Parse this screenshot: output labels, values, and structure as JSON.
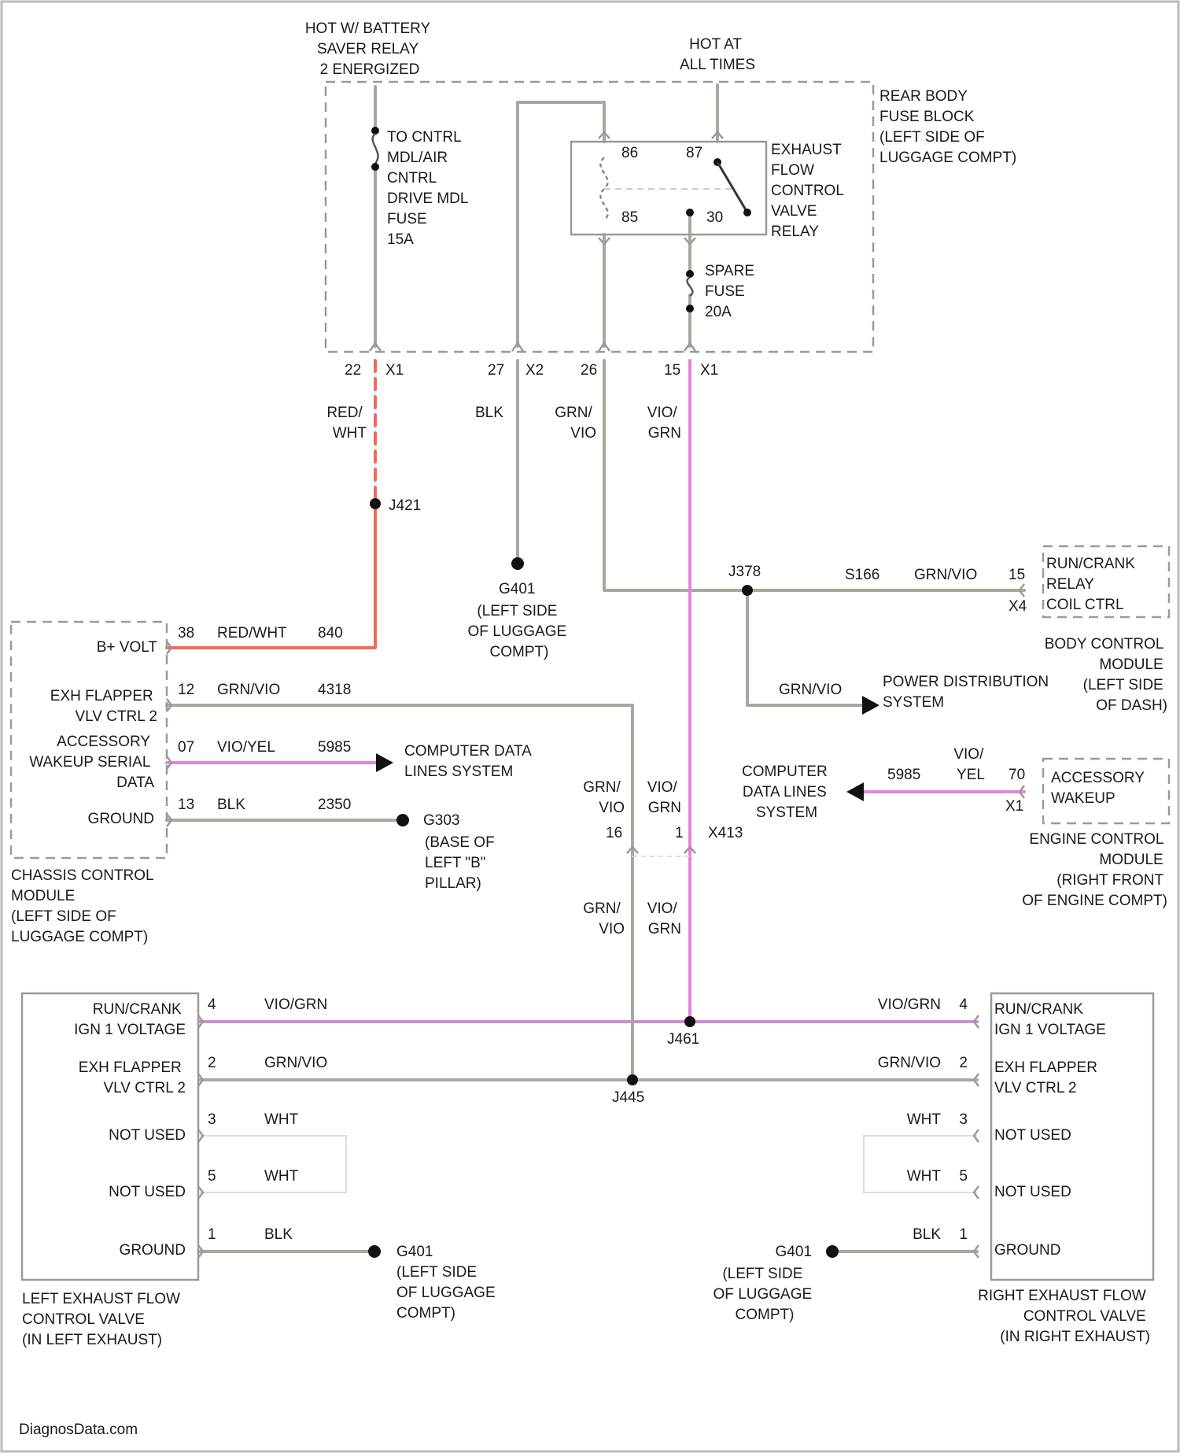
{
  "colors": {
    "gray": "#a8a8a0",
    "pink": "#e583d9",
    "red": "#f06a5a",
    "violet": "#cf8bd6",
    "border": "#999999"
  },
  "top": {
    "hot_battery": [
      "HOT W/ BATTERY",
      "SAVER RELAY",
      "2 ENERGIZED"
    ],
    "hot_all": [
      "HOT AT",
      "ALL TIMES"
    ]
  },
  "rear_fuse_block": {
    "name": [
      "REAR BODY",
      "FUSE BLOCK",
      "(LEFT SIDE OF",
      "LUGGAGE COMPT)"
    ],
    "fuse1": [
      "TO CNTRL",
      "MDL/AIR",
      "CNTRL",
      "DRIVE MDL",
      "FUSE",
      "15A"
    ],
    "relay": [
      "EXHAUST",
      "FLOW",
      "CONTROL",
      "VALVE",
      "RELAY"
    ],
    "relay_pins": [
      "86",
      "87",
      "85",
      "30"
    ],
    "spare_fuse": [
      "SPARE",
      "FUSE",
      "20A"
    ],
    "cavities": [
      {
        "pin": "22",
        "conn": "X1"
      },
      {
        "pin": "27",
        "conn": "X2"
      },
      {
        "pin": "26",
        "conn": ""
      },
      {
        "pin": "15",
        "conn": "X1"
      }
    ]
  },
  "wires": {
    "red_wht": [
      "RED/",
      "WHT"
    ],
    "blk": "BLK",
    "grn_vio": [
      "GRN/",
      "VIO"
    ],
    "vio_grn": [
      "VIO/",
      "GRN"
    ],
    "vio_yel": [
      "VIO/",
      "YEL"
    ]
  },
  "splices": {
    "j421": "J421",
    "j378": "J378",
    "j461": "J461",
    "j445": "J445"
  },
  "grounds": {
    "g401": "G401",
    "g303": "G303",
    "left_luggage": [
      "(LEFT SIDE",
      "OF LUGGAGE",
      "COMPT)"
    ],
    "base_b_pillar": [
      "(BASE OF",
      "LEFT \"B\"",
      "PILLAR)"
    ]
  },
  "bcm": {
    "circuit": "S166",
    "wire": "GRN/VIO",
    "pin": "15",
    "conn": "X4",
    "label": [
      "RUN/CRANK",
      "RELAY",
      "COIL CTRL"
    ],
    "module": [
      "BODY CONTROL",
      "MODULE",
      "(LEFT SIDE",
      "OF DASH)"
    ]
  },
  "power_dist": {
    "wire": "GRN/VIO",
    "label": [
      "POWER DISTRIBUTION",
      "SYSTEM"
    ]
  },
  "ccm": {
    "pins": [
      {
        "label": "B+ VOLT",
        "pin": "38",
        "wire": "RED/WHT",
        "circuit": "840"
      },
      {
        "label": "EXH FLAPPER VLV CTRL 2",
        "pin": "12",
        "wire": "GRN/VIO",
        "circuit": "4318"
      },
      {
        "label": "ACCESSORY WAKEUP SERIAL DATA",
        "pin": "07",
        "wire": "VIO/YEL",
        "circuit": "5985"
      },
      {
        "label": "GROUND",
        "pin": "13",
        "wire": "BLK",
        "circuit": "2350"
      }
    ],
    "name": [
      "CHASSIS CONTROL",
      "MODULE",
      "(LEFT SIDE OF",
      "LUGGAGE COMPT)"
    ]
  },
  "computer_data": [
    "COMPUTER DATA",
    "LINES SYSTEM"
  ],
  "computer_data_right": [
    "COMPUTER",
    "DATA LINES",
    "SYSTEM"
  ],
  "ecm": {
    "circuit": "5985",
    "pin": "70",
    "conn": "X1",
    "label": [
      "ACCESSORY",
      "WAKEUP"
    ],
    "module": [
      "ENGINE CONTROL",
      "MODULE",
      "(RIGHT FRONT",
      "OF ENGINE COMPT)"
    ]
  },
  "inline_connector": {
    "pin_left": "16",
    "pin_right": "1",
    "name": "X413"
  },
  "left_valve": {
    "pins": [
      {
        "label": "RUN/CRANK IGN 1 VOLTAGE",
        "pin": "4",
        "wire": "VIO/GRN"
      },
      {
        "label": "EXH FLAPPER VLV CTRL 2",
        "pin": "2",
        "wire": "GRN/VIO"
      },
      {
        "label": "NOT USED",
        "pin": "3",
        "wire": "WHT"
      },
      {
        "label": "NOT USED",
        "pin": "5",
        "wire": "WHT"
      },
      {
        "label": "GROUND",
        "pin": "1",
        "wire": "BLK"
      }
    ],
    "name": [
      "LEFT EXHAUST FLOW",
      "CONTROL VALVE",
      "(IN LEFT EXHAUST)"
    ]
  },
  "right_valve": {
    "pins": [
      {
        "label": "RUN/CRANK IGN 1 VOLTAGE",
        "pin": "4",
        "wire": "VIO/GRN"
      },
      {
        "label": "EXH FLAPPER VLV CTRL 2",
        "pin": "2",
        "wire": "GRN/VIO"
      },
      {
        "label": "NOT USED",
        "pin": "3",
        "wire": "WHT"
      },
      {
        "label": "NOT USED",
        "pin": "5",
        "wire": "WHT"
      },
      {
        "label": "GROUND",
        "pin": "1",
        "wire": "BLK"
      }
    ],
    "name": [
      "RIGHT EXHAUST FLOW",
      "CONTROL VALVE",
      "(IN RIGHT EXHAUST)"
    ]
  },
  "footer": "DiagnosData.com"
}
